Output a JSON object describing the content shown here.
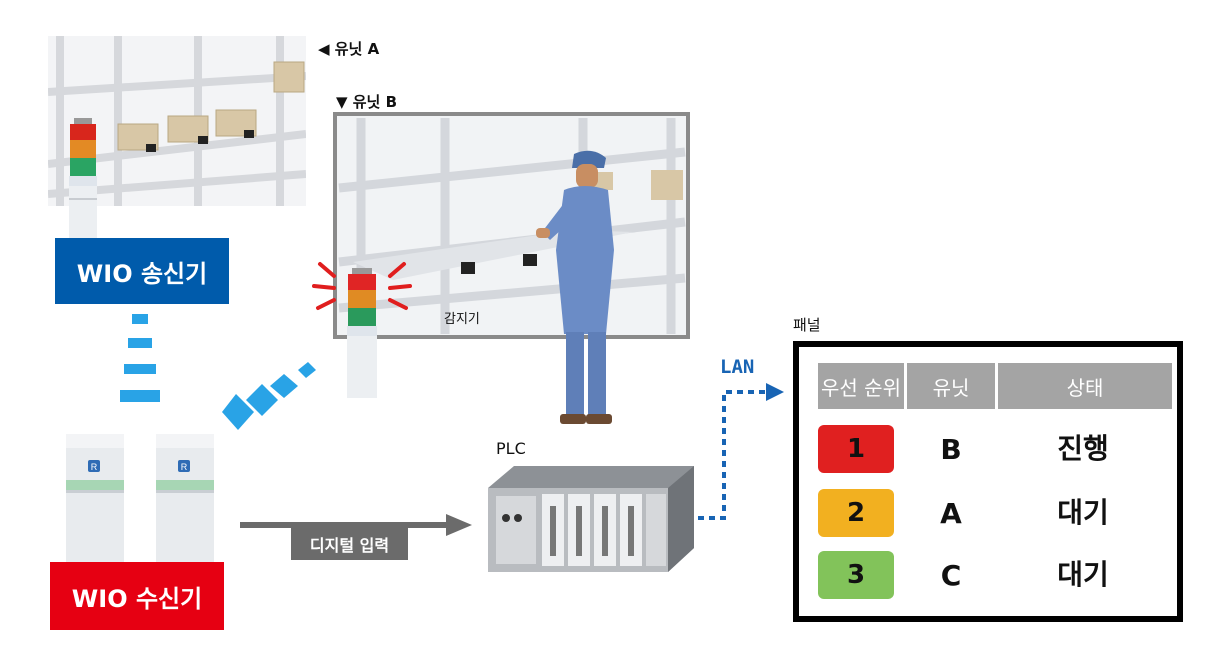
{
  "labels": {
    "unit_a": "◀ 유닛 A",
    "unit_b": "▼ 유닛 B",
    "wio_transmitter": "WIO 송신기",
    "wio_receiver": "WIO 수신기",
    "sensor": "감지기",
    "digital_input": "디지털 입력",
    "plc": "PLC",
    "lan": "LAN",
    "panel_title": "패널"
  },
  "panel": {
    "headers": [
      "우선 순위",
      "유닛",
      "상태"
    ],
    "rows": [
      {
        "priority": "1",
        "unit": "B",
        "status": "진행",
        "color": "#e02020"
      },
      {
        "priority": "2",
        "unit": "A",
        "status": "대기",
        "color": "#f2b020"
      },
      {
        "priority": "3",
        "unit": "C",
        "status": "대기",
        "color": "#82c35a"
      }
    ]
  },
  "colors": {
    "transmitter_blue": "#005bab",
    "receiver_red": "#e60012",
    "wireless_blue": "#29a3e6",
    "lan_blue": "#1864b4",
    "tag_gray": "#6b6b6b"
  },
  "icons": {
    "signal_tower": "signal-tower-icon",
    "worker": "worker-icon",
    "plc": "plc-icon"
  }
}
